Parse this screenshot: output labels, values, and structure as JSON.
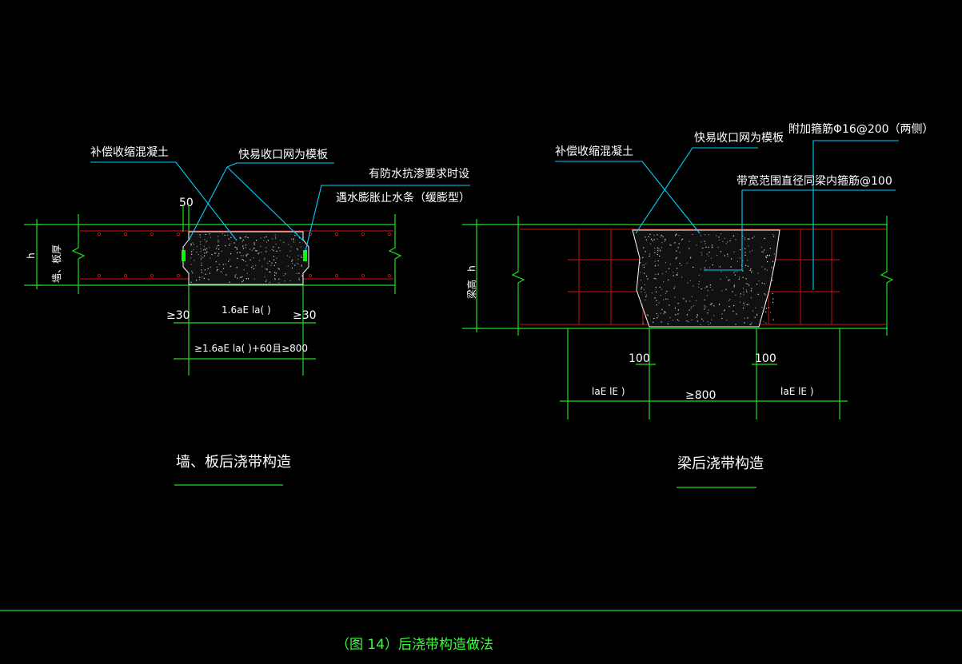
{
  "left_detail": {
    "label_concrete": "补偿收缩混凝土",
    "label_mesh": "快易收口网为模板",
    "label_water_1": "有防水抗渗要求时设",
    "label_water_2": "遇水膨胀止水条（缓膨型）",
    "dim_50": "50",
    "dim_h": "h",
    "dim_thickness": "墙、板厚",
    "dim_ge30_left": "≥30",
    "dim_ge30_right": "≥30",
    "dim_mid": "1.6aE  la(   )",
    "dim_bottom": "≥1.6aE  la(   )+60且≥800",
    "title": "墙、板后浇带构造"
  },
  "right_detail": {
    "label_concrete": "补偿收缩混凝土",
    "label_mesh": "快易收口网为模板",
    "label_extra": "附加箍筋Φ16@200（两侧）",
    "label_stirrup": "带宽范围直径同梁内箍筋@100",
    "dim_h": "h",
    "dim_beam_height": "梁高",
    "dim_100_left": "100",
    "dim_100_right": "100",
    "dim_lae_left": "laE  lE   )",
    "dim_ge800": "≥800",
    "dim_lae_right": "laE  lE   )",
    "title": "梁后浇带构造"
  },
  "caption": "（图 14）后浇带构造做法",
  "colors": {
    "background": "#000000",
    "dimension": "#1fe01f",
    "leader": "#00d2ff",
    "rebar": "#e01010",
    "text": "#ffffff",
    "caption": "#39ff39"
  }
}
